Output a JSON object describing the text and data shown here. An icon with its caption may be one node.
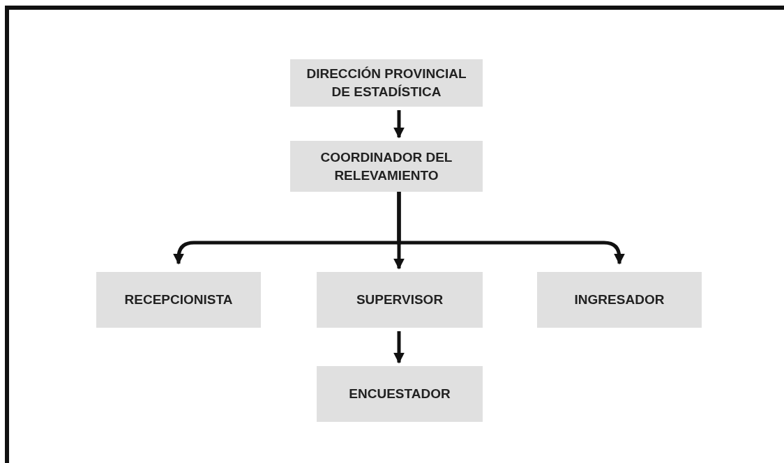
{
  "diagram": {
    "nodes": [
      {
        "text": [
          "DIRECCIÓN PROVINCIAL DE ESTADÍSTICA"
        ]
      },
      {
        "text": [
          "COORDINADOR DEL RELEVAMIENTO"
        ]
      },
      {
        "text": [
          "RECEPCIONISTA"
        ]
      },
      {
        "text": [
          "SUPERVISOR"
        ]
      },
      {
        "text": [
          "INGRESADOR"
        ]
      },
      {
        "text": [
          "ENCUESTADOR"
        ]
      }
    ],
    "edges": [
      {
        "from": 0,
        "to": 1,
        "arrow": "to"
      },
      {
        "from": 1,
        "to": 2,
        "arrow": "to"
      },
      {
        "from": 1,
        "to": 3,
        "arrow": "to"
      },
      {
        "from": 1,
        "to": 4,
        "arrow": "to"
      },
      {
        "from": 3,
        "to": 5,
        "arrow": "to"
      }
    ]
  }
}
